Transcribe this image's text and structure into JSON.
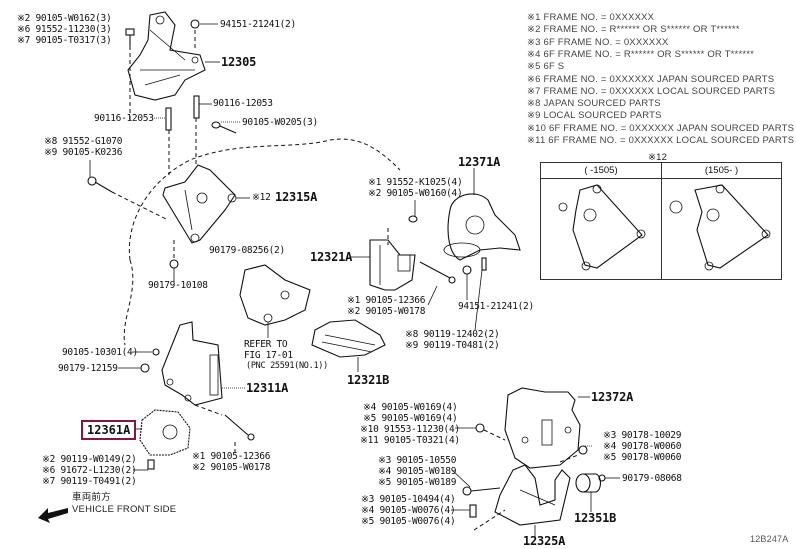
{
  "diagram": {
    "title_ref": "12B247A",
    "highlighted_part": "12361A",
    "direction_label": {
      "jp": "車両前方",
      "en": "VEHICLE FRONT SIDE"
    },
    "parts": {
      "p12305": "12305",
      "p12315A": "12315A",
      "p12315A_note": "※12",
      "p12371A": "12371A",
      "p12321A": "12321A",
      "p12321B": "12321B",
      "p12311A": "12311A",
      "p12361A": "12361A",
      "p12372A": "12372A",
      "p12325A": "12325A",
      "p12351B": "12351B"
    },
    "callouts": {
      "top_left_bolts": [
        "※2 90105-W0162(3)",
        "※6 91552-11230(3)",
        "※7 90105-T0317(3)"
      ],
      "nut_top": "94151-21241(2)",
      "stud_right": "90116-12053",
      "stud_left": "90116-12053",
      "bolt_w0205": "90105-W0205(3)",
      "left_bolts_mid": [
        "※8 91552-G1070",
        "※9 90105-K0236"
      ],
      "nut_10108": "90179-10108",
      "nut_08256": "90179-08256(2)",
      "mount_bolts": [
        "※1 91552-K1025(4)",
        "※2 90105-W0160(4)"
      ],
      "bolt_12366_a": [
        "※1 90105-12366",
        "※2 90105-W0178"
      ],
      "bolt_12402": [
        "※8 90119-12402(2)",
        "※9 90119-T0481(2)"
      ],
      "nut_21241_b": "94151-21241(2)",
      "refer_to": [
        "REFER TO",
        "FIG 17-01",
        "(PNC 25591(NO.1))"
      ],
      "bolt_10301": "90105-10301(4)",
      "nut_12159": "90179-12159",
      "bolt_12361_group": [
        "※2 90119-W0149(2)",
        "※6 91672-L1230(2)",
        "※7 90119-T0491(2)"
      ],
      "bolt_12366_b": [
        "※1 90105-12366",
        "※2 90105-W0178"
      ],
      "bolt_group_12372": [
        "※4 90105-W0169(4)",
        "※5 90105-W0169(4)",
        "※10 91553-11230(4)",
        "※11 90105-T0321(4)"
      ],
      "bolt_group_10550": [
        "※3 90105-10550",
        "※4 90105-W0189",
        "※5 90105-W0189"
      ],
      "bolt_group_10494": [
        "※3 90105-10494(4)",
        "※4 90105-W0076(4)",
        "※5 90105-W0076(4)"
      ],
      "nut_group_10029": [
        "※3 90178-10029",
        "※4 90178-W0060",
        "※5 90178-W0060"
      ],
      "nut_08068": "90179-08068"
    },
    "notes": [
      "※1  FRAME NO. = 0XXXXXX",
      "※2  FRAME NO. = R****** OR S****** OR T******",
      "※3  6F  FRAME NO. = 0XXXXXX",
      "※4  6F  FRAME NO. = R****** OR S****** OR T******",
      "※5  6F S",
      "※6  FRAME NO. = 0XXXXXX JAPAN SOURCED PARTS",
      "※7  FRAME NO. = 0XXXXXX LOCAL SOURCED PARTS",
      "※8  JAPAN SOURCED PARTS",
      "※9  LOCAL SOURCED PARTS",
      "※10  6F FRAME NO. = 0XXXXXX JAPAN SOURCED PARTS",
      "※11  6F FRAME NO. = 0XXXXXX LOCAL SOURCED PARTS"
    ],
    "variant_table": {
      "title": "※12",
      "columns": [
        "(      -1505)",
        "(1505-      )"
      ]
    }
  }
}
